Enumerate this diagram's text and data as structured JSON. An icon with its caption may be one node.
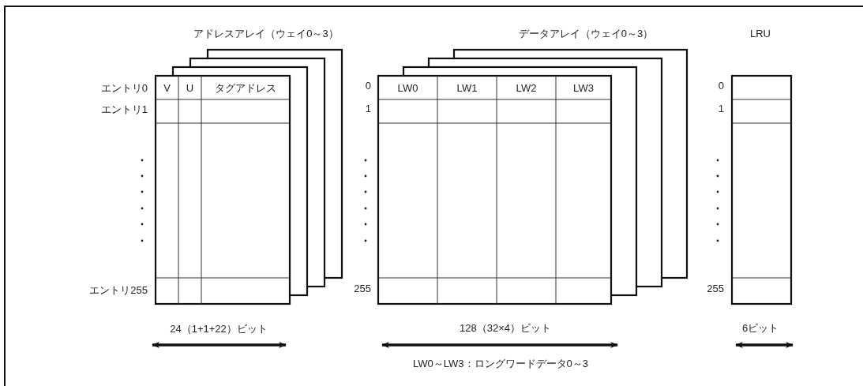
{
  "diagram": {
    "labels": [
      "アドレスアレイ（ウェイ0～3）",
      "データアレイ（ウェイ0～3）",
      "LRU",
      "エントリ0",
      "V",
      "U",
      "タグアドレス",
      "0",
      "LW0",
      "LW1",
      "LW2",
      "LW3",
      "0",
      "エントリ1",
      "1",
      "1",
      "エントリ255",
      "255",
      "255",
      "24（1+1+22）ビット",
      "128（32×4）ビット",
      "6ビット",
      "LW0～LW3：ロングワードデータ0～3"
    ]
  }
}
